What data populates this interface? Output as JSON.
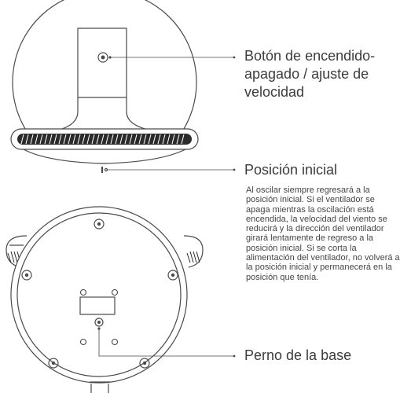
{
  "callouts": {
    "power_button": "Botón de encendido-apagado / ajuste de velocidad",
    "home_position": "Posición inicial",
    "home_position_note": "Al oscilar siempre regresará a la posición inicial. Si el ventilador se apaga mientras la oscilación está encendida, la velocidad del viento se reducirá y la dirección del ventilador girará lentamente de regreso a la posición inicial. Si se corta la alimentación del ventilador, no volverá a la posición inicial y permanecerá en la posición que tenía.",
    "base_bolt": "Perno de la base"
  },
  "colors": {
    "line": "#4a4a4a",
    "fill": "#ffffff",
    "dark": "#222222"
  }
}
